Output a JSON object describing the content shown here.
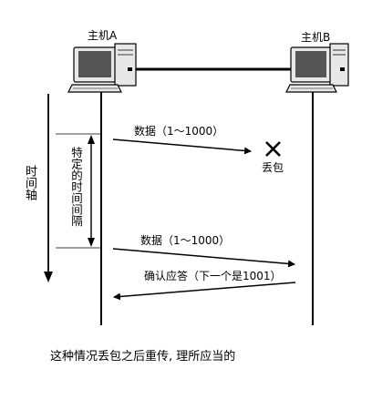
{
  "host_a": {
    "label": "主机A"
  },
  "host_b": {
    "label": "主机B"
  },
  "time_axis": {
    "label": "时间轴"
  },
  "interval": {
    "label": "特定的时间间隔"
  },
  "messages": [
    {
      "label": "数据（1～1000）",
      "direction": "A→B",
      "delivered": false
    },
    {
      "label": "数据（1～1000）",
      "direction": "A→B",
      "delivered": true
    },
    {
      "label": "确认应答（下一个是1001）",
      "direction": "B→A",
      "delivered": true
    }
  ],
  "loss": {
    "label": "丢包",
    "icon": "cross-icon"
  },
  "caption": "这种情况丢包之后重传, 理所应当的",
  "colors": {
    "line": "#000000",
    "screen": "#555555",
    "body": "#e8e8e8"
  }
}
